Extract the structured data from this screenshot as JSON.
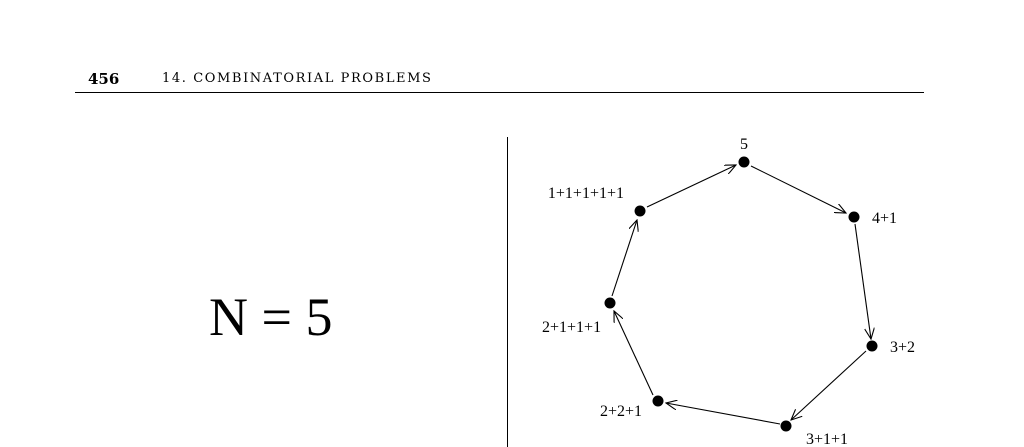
{
  "header": {
    "page_number": "456",
    "running_title": "14. COMBINATORIAL PROBLEMS"
  },
  "figure": {
    "left_formula": "N = 5",
    "diagram": {
      "nodes": [
        {
          "id": "n1",
          "label": "5"
        },
        {
          "id": "n2",
          "label": "4+1"
        },
        {
          "id": "n3",
          "label": "3+2"
        },
        {
          "id": "n4",
          "label": "3+1+1"
        },
        {
          "id": "n5",
          "label": "2+2+1"
        },
        {
          "id": "n6",
          "label": "2+1+1+1"
        },
        {
          "id": "n7",
          "label": "1+1+1+1+1"
        }
      ],
      "edges": [
        {
          "from": "n1",
          "to": "n2"
        },
        {
          "from": "n2",
          "to": "n3"
        },
        {
          "from": "n3",
          "to": "n4"
        },
        {
          "from": "n4",
          "to": "n5"
        },
        {
          "from": "n5",
          "to": "n6"
        },
        {
          "from": "n6",
          "to": "n7"
        },
        {
          "from": "n7",
          "to": "n1"
        }
      ]
    }
  }
}
